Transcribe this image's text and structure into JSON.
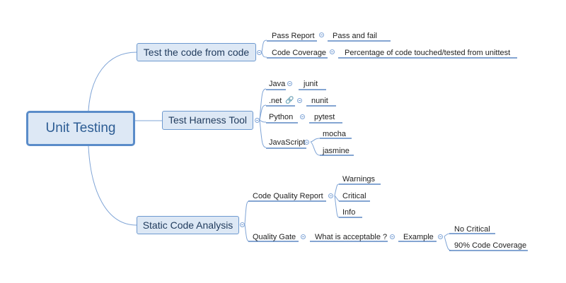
{
  "root": "Unit Testing",
  "branches": [
    {
      "label": "Test the code from code",
      "children": [
        {
          "label": "Pass Report",
          "children": [
            {
              "label": "Pass and fail"
            }
          ]
        },
        {
          "label": "Code Coverage",
          "children": [
            {
              "label": "Percentage of code touched/tested from unittest"
            }
          ]
        }
      ]
    },
    {
      "label": "Test Harness Tool",
      "children": [
        {
          "label": "Java",
          "children": [
            {
              "label": "junit"
            }
          ]
        },
        {
          "label": ".net",
          "icon": "link-icon",
          "children": [
            {
              "label": "nunit"
            }
          ]
        },
        {
          "label": "Python",
          "children": [
            {
              "label": "pytest"
            }
          ]
        },
        {
          "label": "JavaScript",
          "children": [
            {
              "label": "mocha"
            },
            {
              "label": "jasmine"
            }
          ]
        }
      ]
    },
    {
      "label": "Static Code Analysis",
      "children": [
        {
          "label": "Code Quality Report",
          "children": [
            {
              "label": "Warnings"
            },
            {
              "label": "Critical"
            },
            {
              "label": "Info"
            }
          ]
        },
        {
          "label": "Quality Gate",
          "children": [
            {
              "label": "What is acceptable ?",
              "children": [
                {
                  "label": "Example",
                  "children": [
                    {
                      "label": "No Critical"
                    },
                    {
                      "label": "90% Code Coverage"
                    }
                  ]
                }
              ]
            }
          ]
        }
      ]
    }
  ],
  "colors": {
    "line": "#7fa4d6",
    "underline": "#3b6fb6",
    "accent": "#5a8cc9",
    "fill": "#dde8f5"
  }
}
